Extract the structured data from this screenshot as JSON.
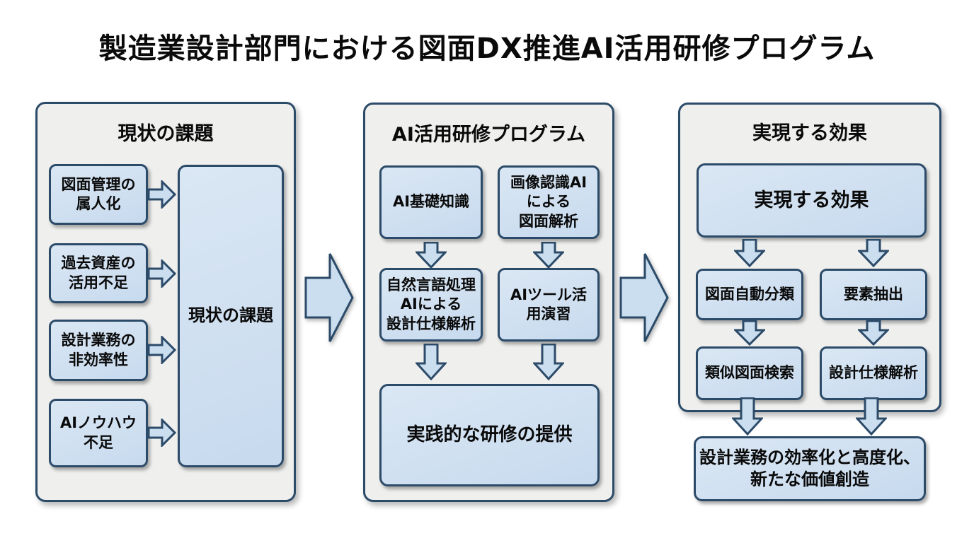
{
  "title": "製造業設計部門における図面DX推進AI活用研修プログラム",
  "colors": {
    "box_fill_top": "#dae7f4",
    "box_fill_bottom": "#c7daee",
    "box_border": "#2c4b69",
    "panel_fill": "#efefee",
    "arrow_fill": "#cbdeef",
    "page_background": "#ffffff",
    "text": "#0a0a0a"
  },
  "panel_issues": {
    "title": "現状の課題",
    "items": [
      {
        "label": "図面管理の\n属人化"
      },
      {
        "label": "過去資産の\n活用不足"
      },
      {
        "label": "設計業務の\n非効率性"
      },
      {
        "label": "AIノウハウ\n不足"
      }
    ],
    "summary": "現状の課題"
  },
  "panel_program": {
    "title": "AI活用研修プログラム",
    "boxes": {
      "basic": "AI基礎知識",
      "image": "画像認識AI\nによる\n図面解析",
      "nlp": "自然言語処理\nAIによる\n設計仕様解析",
      "tool": "AIツール活\n用演習",
      "outcome": "実践的な研修の提供"
    }
  },
  "panel_effects": {
    "title": "実現する効果",
    "boxes": {
      "header": "実現する効果",
      "classify": "図面自動分類",
      "extract": "要素抽出",
      "search": "類似図面検索",
      "spec": "設計仕様解析"
    },
    "result": "設計業務の効率化と高度化、\n新たな価値創造"
  }
}
